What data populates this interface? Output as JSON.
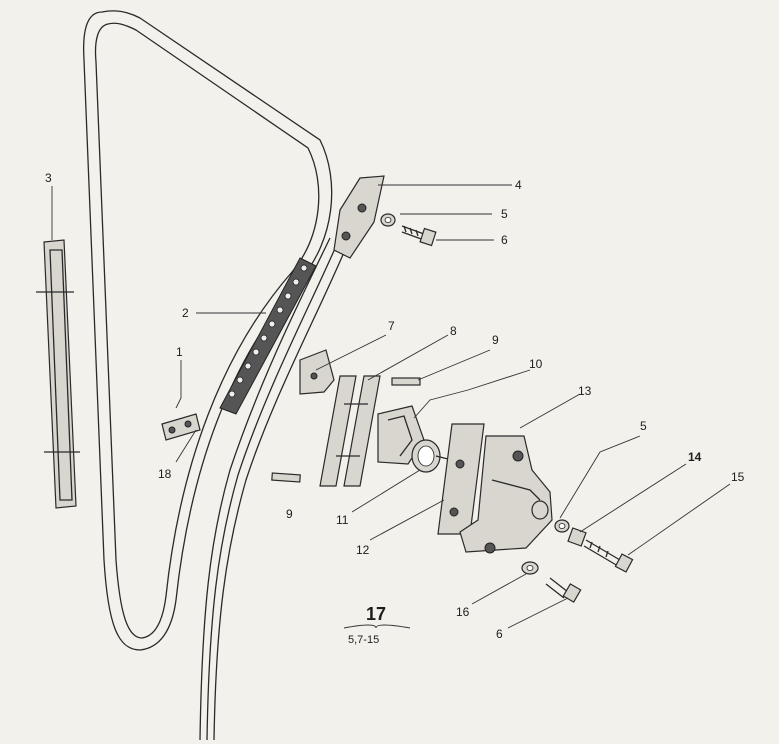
{
  "callouts": {
    "c1": "1",
    "c2": "2",
    "c3": "3",
    "c4": "4",
    "c5a": "5",
    "c5b": "5",
    "c6a": "6",
    "c6b": "6",
    "c7": "7",
    "c8": "8",
    "c9a": "9",
    "c9b": "9",
    "c10": "10",
    "c11": "11",
    "c12": "12",
    "c13": "13",
    "c14": "14",
    "c15": "15",
    "c16": "16",
    "c18": "18"
  },
  "figure": {
    "number": "17",
    "reference": "5,7-15"
  }
}
